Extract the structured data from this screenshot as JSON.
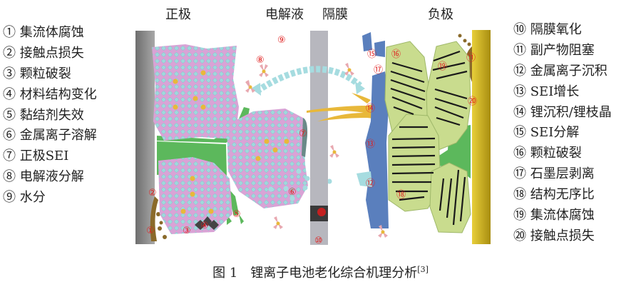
{
  "headers": {
    "cathode": "正极",
    "electrolyte": "电解液",
    "separator": "隔膜",
    "anode": "负极"
  },
  "legend_left": [
    "① 集流体腐蚀",
    "② 接触点损失",
    "③ 颗粒破裂",
    "④ 材料结构变化",
    "⑤ 黏结剂失效",
    "⑥ 金属离子溶解",
    "⑦ 正极SEI",
    "⑧ 电解液分解",
    "⑨ 水分"
  ],
  "legend_right": [
    "⑩ 隔膜氧化",
    "⑪ 副产物阻塞",
    "⑫ 金属离子沉积",
    "⑬ SEI增长",
    "⑭ 锂沉积/锂枝晶",
    "⑮ SEI分解",
    "⑯ 颗粒破裂",
    "⑰ 石墨层剥离",
    "⑱ 结构无序比",
    "⑲ 集流体腐蚀",
    "⑳ 接触点损失"
  ],
  "markers": [
    "①",
    "②",
    "③",
    "④",
    "⑤",
    "⑥",
    "⑦",
    "⑧",
    "⑨",
    "⑩",
    "⑪",
    "⑫",
    "⑬",
    "⑭",
    "⑮",
    "⑯",
    "⑰",
    "⑱",
    "⑲",
    "⑳"
  ],
  "caption": {
    "text": "图 1　锂离子电池老化综合机理分析",
    "ref": "[3]"
  },
  "colors": {
    "cathode_particle": "#d9a3d6",
    "lattice": "#9fd8dc",
    "binder": "#5cb85c",
    "anode_particle": "#c9dc8e",
    "sei": "#5a7fbd",
    "collector_left": "#8a8a8a",
    "collector_right": "#d4b62a",
    "marker": "#e02020"
  }
}
